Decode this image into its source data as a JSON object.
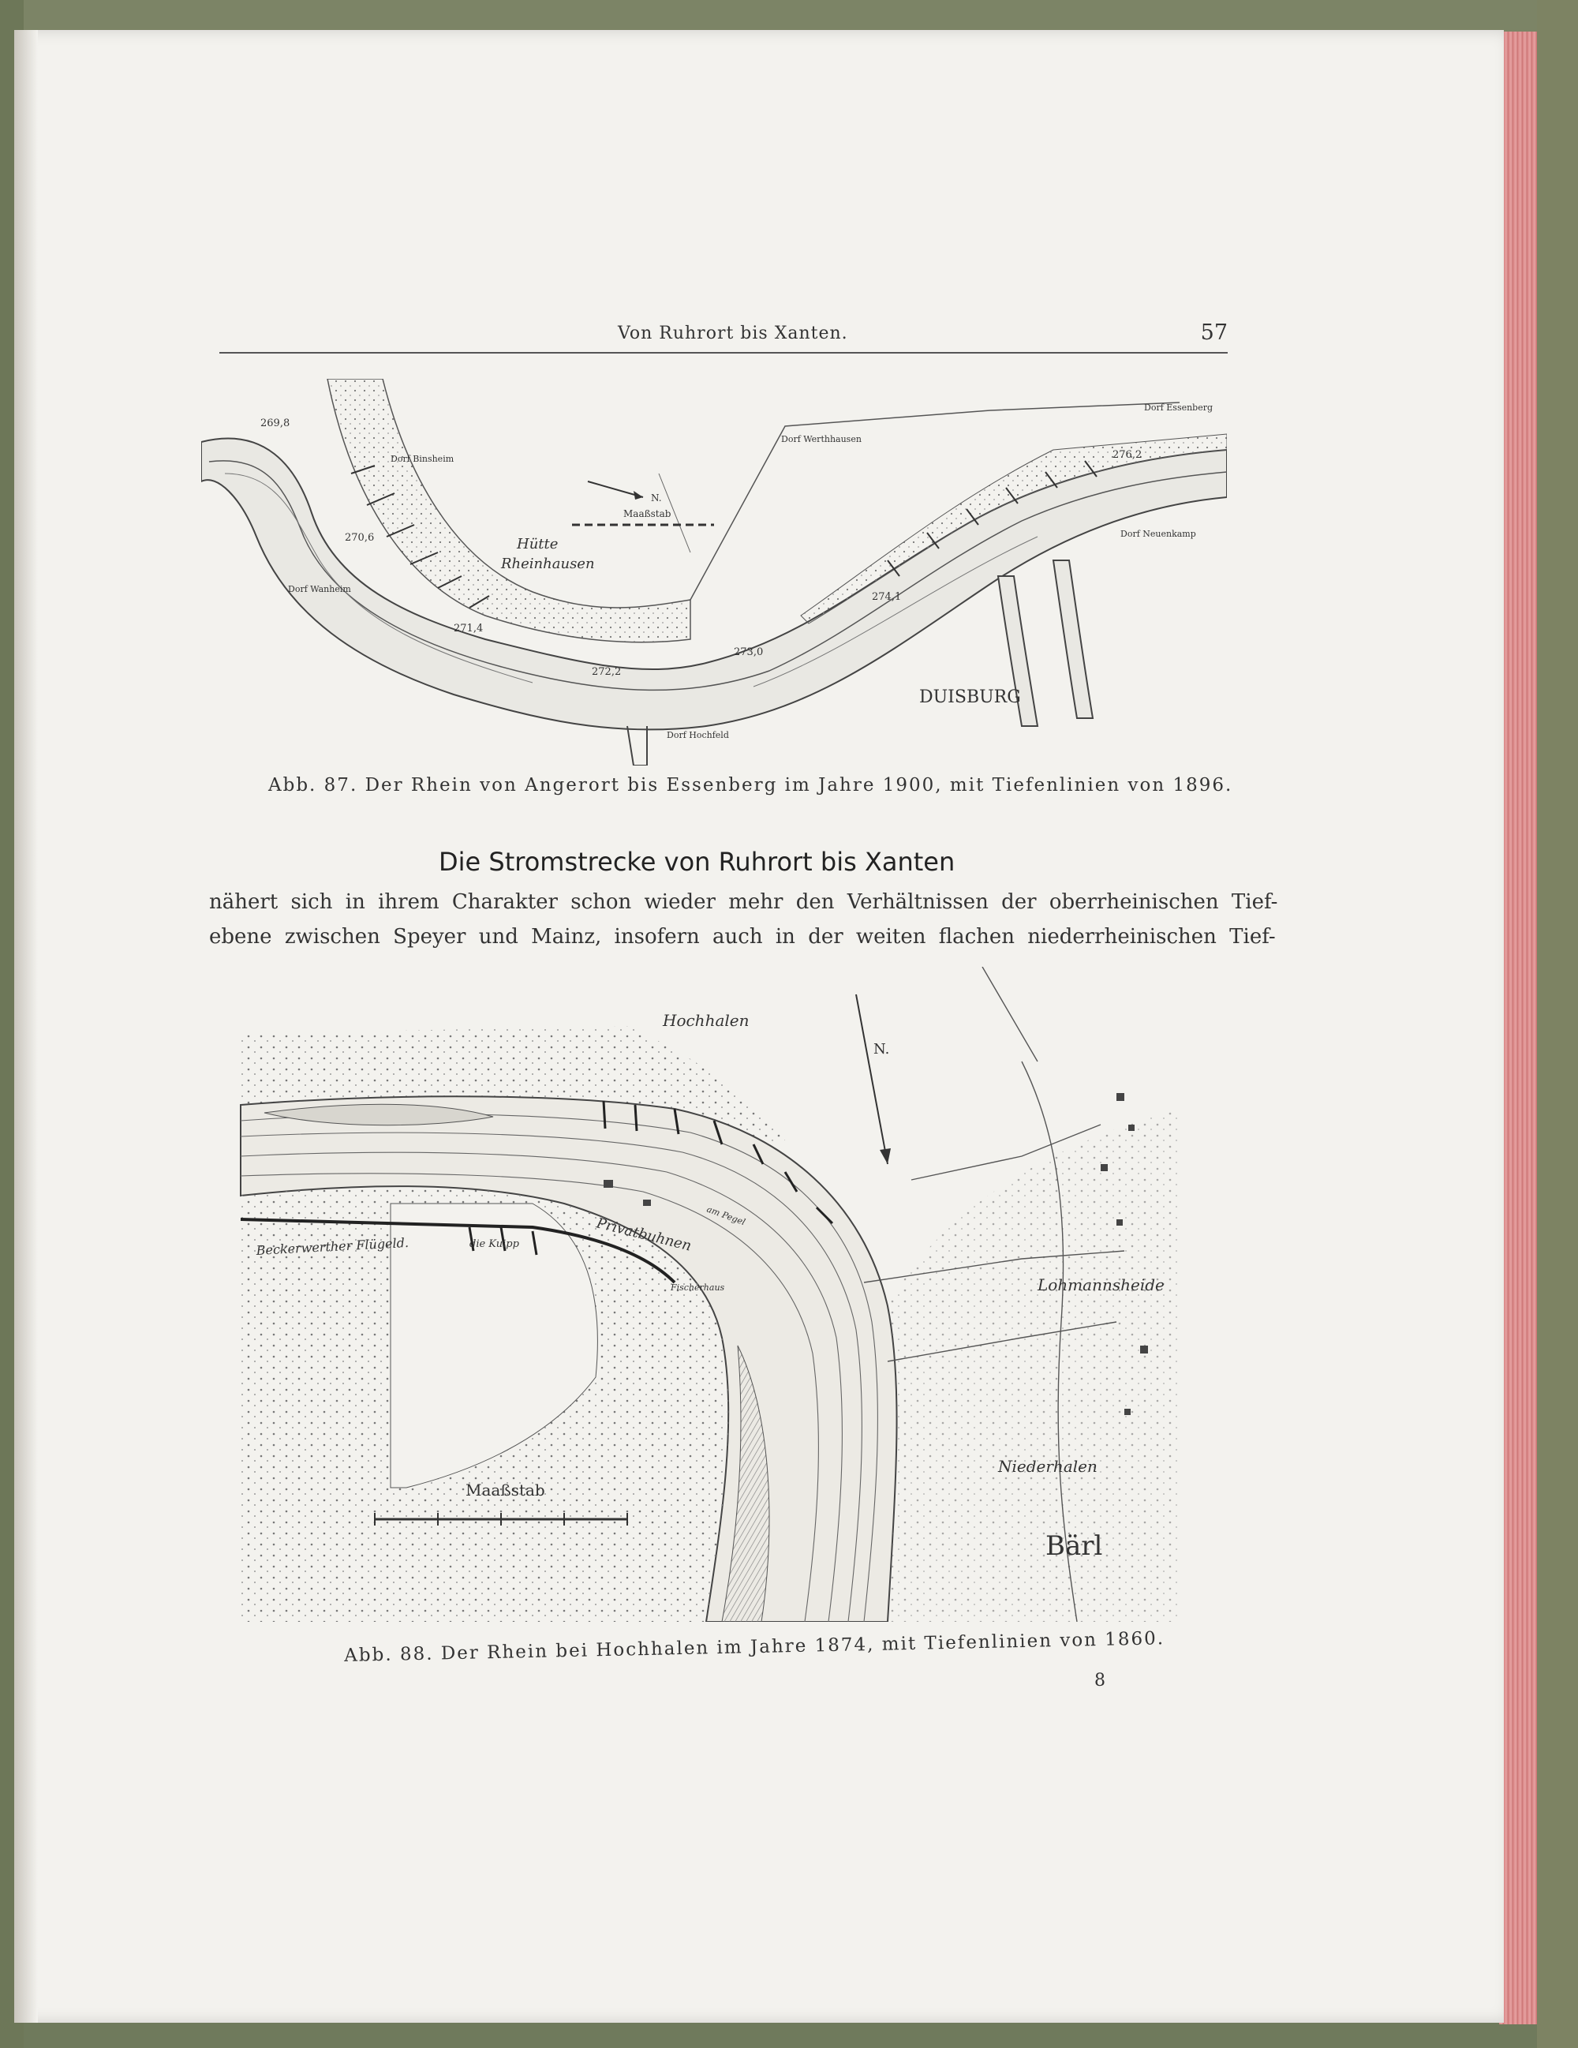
{
  "header": {
    "running_title": "Von Ruhrort bis Xanten.",
    "page_number": "57"
  },
  "figure1": {
    "caption": "Abb. 87. Der Rhein von Angerort bis Essenberg im Jahre 1900, mit Tiefenlinien von 1896.",
    "labels": {
      "essenberg": "Dorf Essenberg",
      "werthhausen": "Dorf Werthhausen",
      "binsheim": "Dorf Binsheim",
      "wanheim": "Dorf Wanheim",
      "neuenkamp": "Dorf Neuenkamp",
      "hochfeld": "Dorf Hochfeld",
      "huette": "Hütte",
      "rheinhausen": "Rheinhausen",
      "duisburg": "DUISBURG",
      "north": "N.",
      "scale": "Maaßstab",
      "depth_269": "269,8",
      "depth_270": "270,6",
      "depth_271": "271,4",
      "depth_272": "272,2",
      "depth_273": "273,0",
      "depth_274": "274,1",
      "depth_276": "276,2"
    }
  },
  "heading": "Die Stromstrecke von Ruhrort bis Xanten",
  "body": {
    "line1": "nähert sich in ihrem Charakter schon wieder mehr den Verhältnissen der oberrheinischen Tief-",
    "line2": "ebene zwischen Speyer und Mainz, insofern auch in der weiten flachen niederrheinischen Tief-"
  },
  "figure2": {
    "caption": "Abb. 88. Der Rhein bei Hochhalen im Jahre 1874, mit Tiefenlinien von 1860.",
    "labels": {
      "hochhalen": "Hochhalen",
      "north": "N.",
      "privatbuhnen": "Privatbuhnen",
      "pegel": "am Pegel",
      "beckerwerther": "Beckerwerther Flügeld.",
      "kuipp": "die Kuipp",
      "fischerhaus": "Fischerhaus",
      "lohmannsheide": "Lohmannsheide",
      "niederhalen": "Niederhalen",
      "baerl": "Bärl",
      "scale": "Maaßstab"
    }
  },
  "folio": "8"
}
